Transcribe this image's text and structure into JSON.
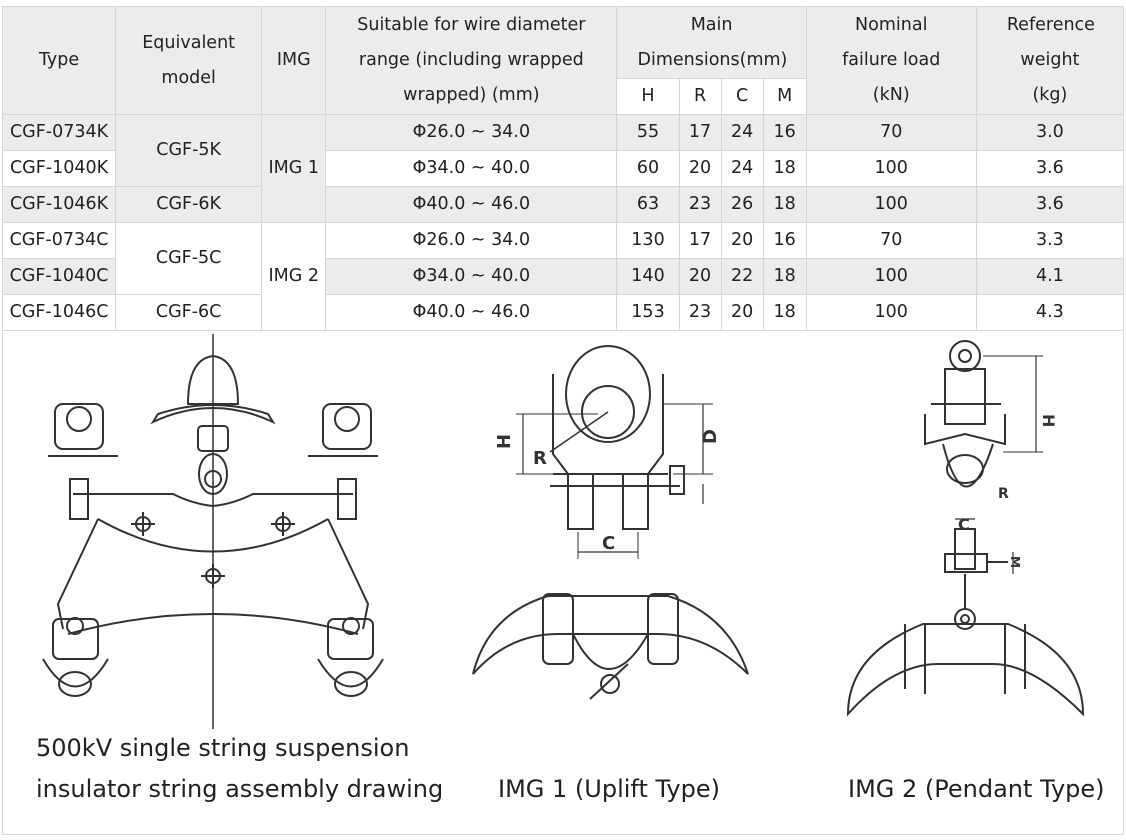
{
  "table": {
    "headers": {
      "type": "Type",
      "equivalent_model": "Equivalent model",
      "img": "IMG",
      "wire_range": "Suitable for wire diameter range (including wrapped wrapped) (mm)",
      "main_dimensions": "Main Dimensions(mm)",
      "dim_h": "H",
      "dim_r": "R",
      "dim_c": "C",
      "dim_m": "M",
      "failure_load": "Nominal failure load (kN)",
      "weight": "Reference weight (kg)"
    },
    "rows": [
      {
        "type": "CGF-0734K",
        "range": "Φ26.0 ~ 34.0",
        "h": "55",
        "r": "17",
        "c": "24",
        "m": "16",
        "load": "70",
        "weight": "3.0"
      },
      {
        "type": "CGF-1040K",
        "range": "Φ34.0 ~ 40.0",
        "h": "60",
        "r": "20",
        "c": "24",
        "m": "18",
        "load": "100",
        "weight": "3.6"
      },
      {
        "type": "CGF-1046K",
        "range": "Φ40.0 ~ 46.0",
        "h": "63",
        "r": "23",
        "c": "26",
        "m": "18",
        "load": "100",
        "weight": "3.6"
      },
      {
        "type": "CGF-0734C",
        "range": "Φ26.0 ~ 34.0",
        "h": "130",
        "r": "17",
        "c": "20",
        "m": "16",
        "load": "70",
        "weight": "3.3"
      },
      {
        "type": "CGF-1040C",
        "range": "Φ34.0 ~ 40.0",
        "h": "140",
        "r": "20",
        "c": "22",
        "m": "18",
        "load": "100",
        "weight": "4.1"
      },
      {
        "type": "CGF-1046C",
        "range": "Φ40.0 ~ 46.0",
        "h": "153",
        "r": "23",
        "c": "20",
        "m": "18",
        "load": "100",
        "weight": "4.3"
      }
    ],
    "models": {
      "cgf5k": "CGF-5K",
      "cgf6k": "CGF-6K",
      "cgf5c": "CGF-5C",
      "cgf6c": "CGF-6C"
    },
    "img_groups": {
      "img1": "IMG 1",
      "img2": "IMG 2"
    }
  },
  "drawings": {
    "assembly_caption_line1": "500kV single string suspension",
    "assembly_caption_line2": "insulator string assembly drawing",
    "img1_caption": "IMG 1 (Uplift Type)",
    "img2_caption": "IMG 2 (Pendant Type)",
    "dim_labels": {
      "h": "H",
      "r": "R",
      "c": "C",
      "d": "D",
      "m": "M"
    }
  }
}
